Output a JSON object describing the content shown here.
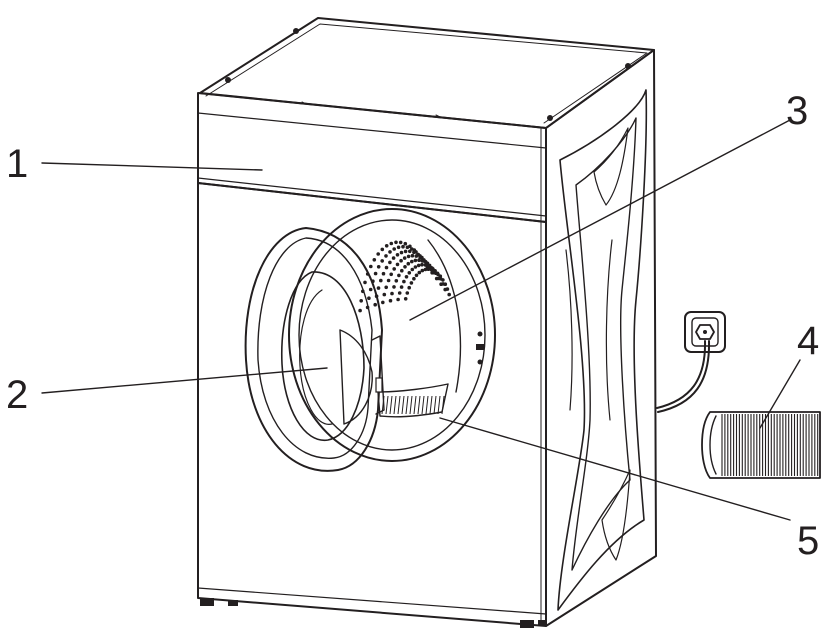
{
  "diagram": {
    "callouts": [
      {
        "id": "1",
        "label": "1"
      },
      {
        "id": "2",
        "label": "2"
      },
      {
        "id": "3",
        "label": "3"
      },
      {
        "id": "4",
        "label": "4"
      },
      {
        "id": "5",
        "label": "5"
      }
    ],
    "colors": {
      "line": "#231f20",
      "background": "#ffffff"
    },
    "icons": [
      "dryer-illustration",
      "power-socket-icon",
      "condenser-hose-icon"
    ]
  }
}
